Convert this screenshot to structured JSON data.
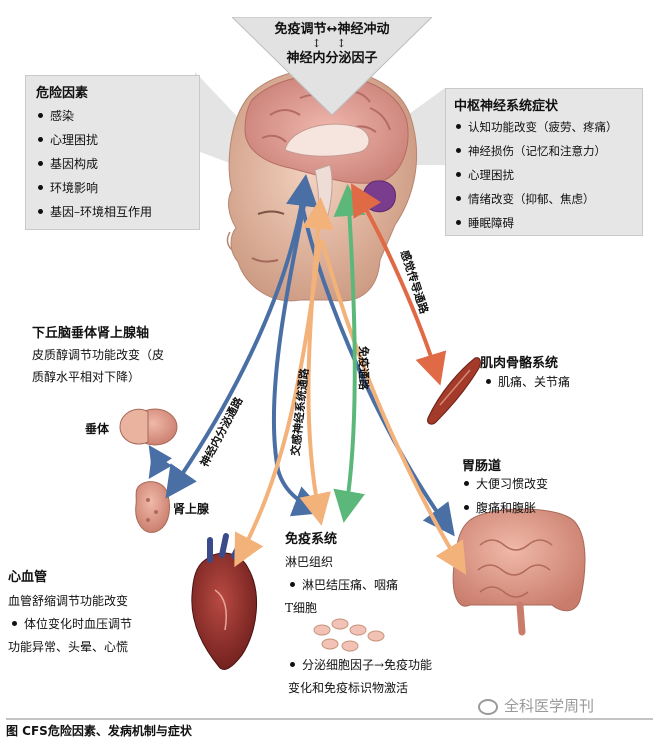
{
  "top_box": {
    "line1": "免疫调节↔神经冲动",
    "arrows": "↕  ↕",
    "line2": "神经内分泌因子"
  },
  "risk": {
    "title": "危险因素",
    "items": [
      "感染",
      "心理困扰",
      "基因构成",
      "环境影响",
      "基因–环境相互作用"
    ]
  },
  "cns": {
    "title": "中枢神经系统症状",
    "items": [
      "认知功能改变（疲劳、疼痛）",
      "神经损伤（记忆和注意力）",
      "心理困扰",
      "情绪改变（抑郁、焦虑）",
      "睡眠障碍"
    ]
  },
  "hpa": {
    "title": "下丘脑垂体肾上腺轴",
    "line1": "皮质醇调节功能改变（皮",
    "line2": "质醇水平相对下降）",
    "pituitary": "垂体",
    "adrenal": "肾上腺"
  },
  "muscle": {
    "title": "肌肉骨骼系统",
    "item": "肌痛、关节痛"
  },
  "gut": {
    "title": "胃肠道",
    "items": [
      "大便习惯改变",
      "腹痛和腹胀"
    ]
  },
  "immune": {
    "title": "免疫系统",
    "lymph": "淋巴组织",
    "lymph_item": "淋巴结压痛、咽痛",
    "tcell": "T细胞",
    "item_line1": "分泌细胞因子→免疫功能",
    "item_line2": "变化和免疫标识物激活"
  },
  "cardio": {
    "title": "心血管",
    "line1": "血管舒缩调节功能改变",
    "item_line1": "体位变化时血压调节",
    "item_line2": "功能异常、头晕、心慌"
  },
  "pathways": {
    "neuroendocrine": "神经内分泌通路",
    "sympathetic": "交感神经系统通路",
    "immune": "免疫通路",
    "sensory": "感觉传导通路"
  },
  "caption": "图 CFS危险因素、发病机制与症状",
  "watermark": "全科医学周刊",
  "colors": {
    "blue": "#4a6fa5",
    "orange": "#f2b27a",
    "green": "#5cb87a",
    "red": "#e06a45",
    "box_bg": "#e6e6e6"
  }
}
